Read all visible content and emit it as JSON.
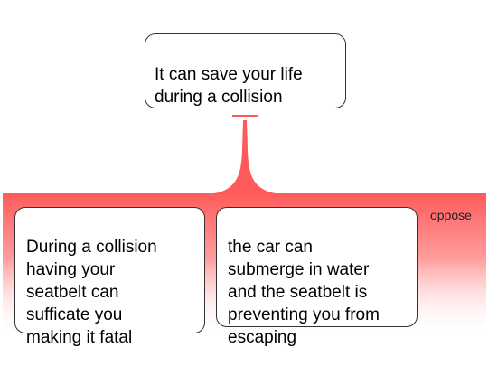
{
  "claim": {
    "text": "It can save your life\nduring a collision"
  },
  "objection": {
    "label": "oppose",
    "color": "#ff5a5a",
    "premises": [
      {
        "text": "During a collision\nhaving your\nseatbelt can\nsufficate you\nmaking it fatal"
      },
      {
        "text": "the car can\nsubmerge in water\nand the seatbelt is\npreventing you from\nescaping"
      }
    ]
  }
}
